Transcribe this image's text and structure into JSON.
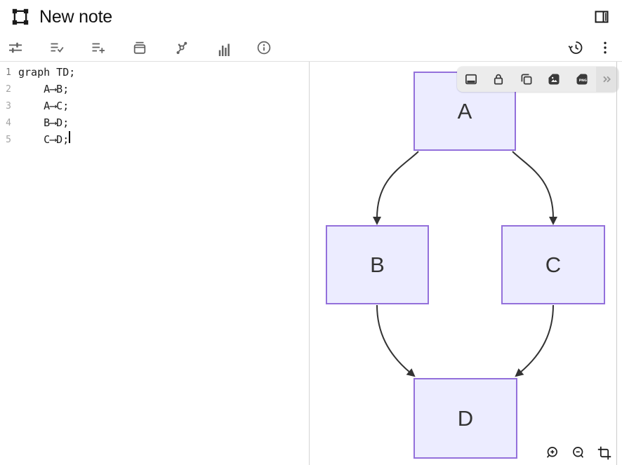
{
  "header": {
    "title": "New note",
    "icons": {
      "left": "frame-select",
      "right": "panel-right-toggle"
    }
  },
  "toolbar": {
    "left_icons": [
      "tune",
      "list-check",
      "list-add",
      "archive",
      "graph",
      "bar-chart",
      "info"
    ],
    "right_icons": [
      "history",
      "more-vertical"
    ]
  },
  "editor": {
    "language": "mermaid",
    "lines": [
      {
        "num": "1",
        "text": "graph TD;"
      },
      {
        "num": "2",
        "text": "    A⟶B;"
      },
      {
        "num": "3",
        "text": "    A⟶C;"
      },
      {
        "num": "4",
        "text": "    B⟶D;"
      },
      {
        "num": "5",
        "text": "    C⟶D;"
      }
    ]
  },
  "preview": {
    "diagram_type": "flowchart-top-down",
    "nodes": [
      {
        "id": "A",
        "label": "A"
      },
      {
        "id": "B",
        "label": "B"
      },
      {
        "id": "C",
        "label": "C"
      },
      {
        "id": "D",
        "label": "D"
      }
    ],
    "edges": [
      {
        "from": "A",
        "to": "B"
      },
      {
        "from": "A",
        "to": "C"
      },
      {
        "from": "B",
        "to": "D"
      },
      {
        "from": "C",
        "to": "D"
      }
    ],
    "floating_toolbar_icons": [
      "preview-panel",
      "lock",
      "copy",
      "image-export",
      "png-export",
      "expand"
    ],
    "png_badge": "PNG",
    "zoom_controls": [
      "zoom-in",
      "zoom-out",
      "crop"
    ]
  },
  "colors": {
    "node_fill": "#ECECFF",
    "node_border": "#9370DB",
    "edge": "#333333",
    "divider": "#d4d4d4"
  }
}
